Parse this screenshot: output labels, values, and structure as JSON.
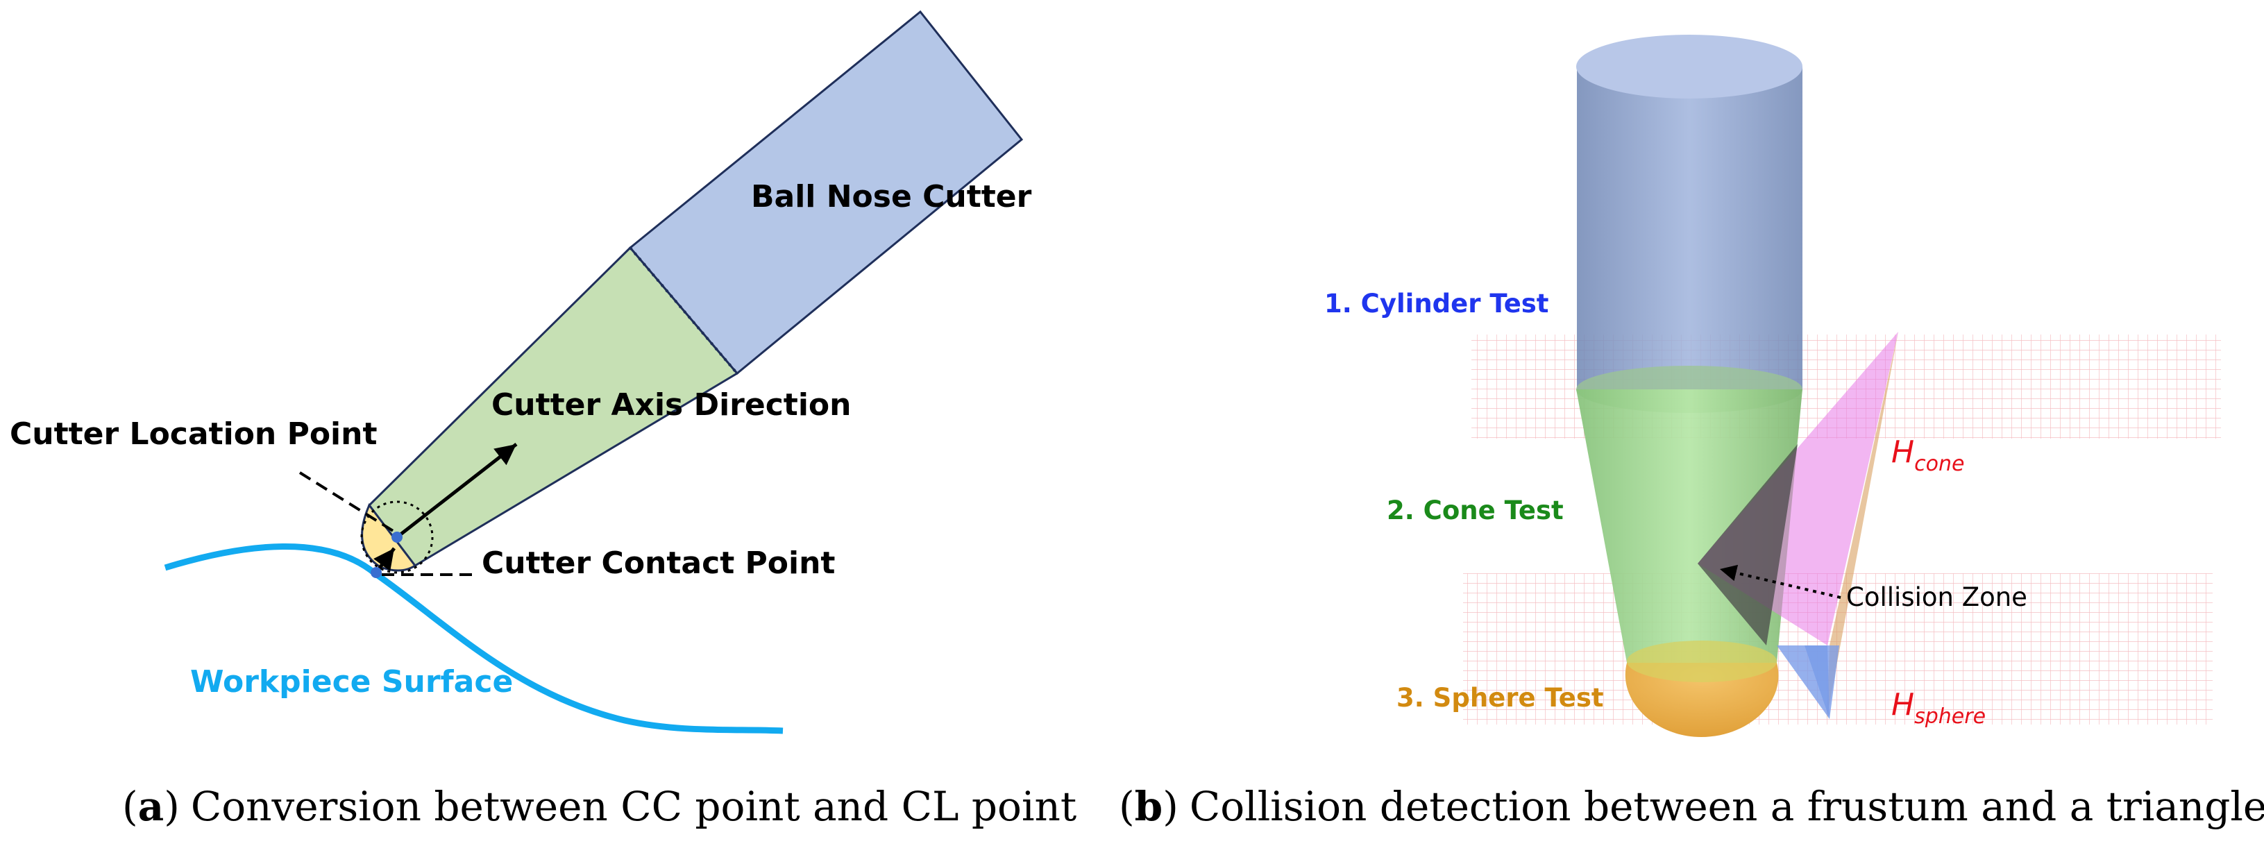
{
  "panel_a": {
    "ball_nose_cutter": "Ball Nose Cutter",
    "cutter_axis_direction": "Cutter Axis Direction",
    "cutter_location_point": "Cutter Location Point",
    "cutter_contact_point": "Cutter Contact Point",
    "workpiece_surface": "Workpiece Surface",
    "caption_letter": "a",
    "caption_text": "Conversion between CC point and CL point"
  },
  "panel_b": {
    "cylinder_test": "1. Cylinder Test",
    "cone_test": "2. Cone Test",
    "sphere_test": "3. Sphere Test",
    "collision_zone": "Collision Zone",
    "h_cone_main": "H",
    "h_cone_sub": "cone",
    "h_sphere_main": "H",
    "h_sphere_sub": "sphere",
    "caption_letter": "b",
    "caption_text": "Collision detection between a frustum and a triangle"
  },
  "colors": {
    "shank_blue": "#b4c6e7",
    "cone_green": "#c6e0b4",
    "ball_orange": "#ffe699",
    "workpiece_cyan": "#12aaf0",
    "cylinder_label": "#1f35ee",
    "cone_label": "#1a8a1a",
    "sphere_label": "#d28a10",
    "plane_label": "#e8101a",
    "point_blue": "#3a6ed0"
  }
}
